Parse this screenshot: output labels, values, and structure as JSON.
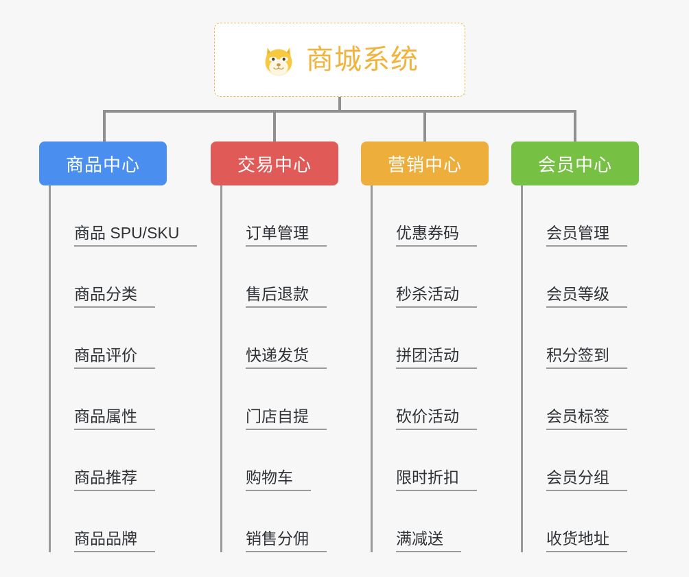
{
  "page": {
    "background_color": "#f7f7f7",
    "type": "mind-map"
  },
  "root": {
    "title": "商城系统",
    "icon": "dog-face-icon",
    "text_color": "#f0b33d",
    "border_color": "#eab95c",
    "background_color": "#ffffff"
  },
  "connector": {
    "color": "#909090"
  },
  "columns": [
    {
      "id": "product-center",
      "label": "商品中心",
      "color": "#4a8ef0",
      "items": [
        "商品 SPU/SKU",
        "商品分类",
        "商品评价",
        "商品属性",
        "商品推荐",
        "商品品牌"
      ]
    },
    {
      "id": "trade-center",
      "label": "交易中心",
      "color": "#e05b58",
      "items": [
        "订单管理",
        "售后退款",
        "快递发货",
        "门店自提",
        "购物车",
        "销售分佣"
      ]
    },
    {
      "id": "marketing-center",
      "label": "营销中心",
      "color": "#edae3c",
      "items": [
        "优惠券码",
        "秒杀活动",
        "拼团活动",
        "砍价活动",
        "限时折扣",
        "满减送"
      ]
    },
    {
      "id": "member-center",
      "label": "会员中心",
      "color": "#76c043",
      "items": [
        "会员管理",
        "会员等级",
        "积分签到",
        "会员标签",
        "会员分组",
        "收货地址"
      ]
    }
  ]
}
